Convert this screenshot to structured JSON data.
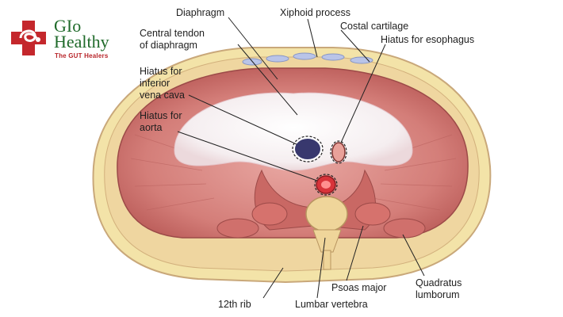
{
  "logo": {
    "line1": "GIo",
    "line2": "Healthy",
    "tagline": "The GUT Healers"
  },
  "labels": {
    "diaphragm": "Diaphragm",
    "xiphoid": "Xiphoid process",
    "costal": "Costal cartilage",
    "esophagus": "Hiatus for esophagus",
    "central_tendon": "Central tendon\nof diaphragm",
    "ivc": "Hiatus for\ninferior\nvena cava",
    "aorta": "Hiatus for\naorta",
    "rib12": "12th rib",
    "lumbar": "Lumbar vertebra",
    "psoas": "Psoas major",
    "quadratus": "Quadratus\nlumborum"
  },
  "colors": {
    "logo_green": "#1f6a2a",
    "logo_red": "#c4272c",
    "muscle": "#d9837f",
    "tendon": "#f4eef0",
    "fat": "#f3e3a8",
    "vessel_red": "#d8333a",
    "ivc_blue": "#38386e"
  }
}
